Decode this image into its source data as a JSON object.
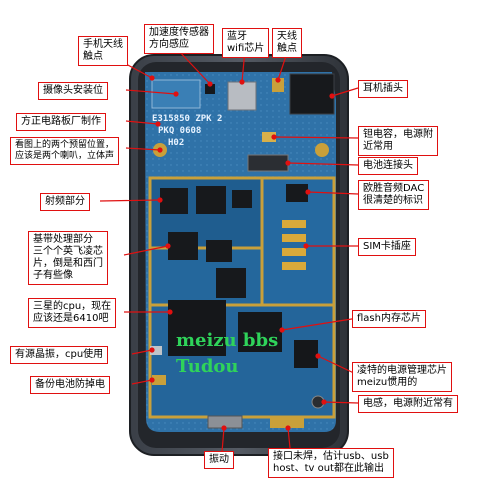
{
  "board": {
    "silkscreen_line1": "E315850 ZPK 2",
    "silkscreen_line2": "PKQ 0608",
    "silkscreen_line3": "H02"
  },
  "watermark": {
    "line1": "meizu bbs",
    "line2": "Tudou"
  },
  "labels": {
    "phone_antenna": "手机天线\n触点",
    "accelerometer": "加速度传感器\n方向感应",
    "bluetooth_wifi": "蓝牙\nwifi芯片",
    "antenna_contact": "天线\n触点",
    "camera_mount": "摄像头安装位",
    "headphone_jack": "耳机插头",
    "pcb_maker": "方正电路板厂制作",
    "speaker_note": "看图上的两个预留位置，\n应该是两个喇叭，立体声",
    "capacitor": "钽电容，电源附\n近常用",
    "battery_connector": "电池连接头",
    "rf_section": "射频部分",
    "audio_dac": "欧胜音频DAC\n很清楚的标识",
    "baseband": "基带处理部分\n三个个英飞凌芯\n片，倒是和西门\n子有些像",
    "sim_slot": "SIM卡插座",
    "cpu": "三星的cpu，现在\n应该还是6410吧",
    "flash": "flash内存芯片",
    "crystal": "有源晶振，cpu使用",
    "power_ic": "凌特的电源管理芯片\nmeizu惯用的",
    "backup_battery": "备份电池防掉电",
    "inductor": "电感，电源附近常有",
    "vibrator": "振动",
    "interface": "接口未焊，估计usb、usb\nhost、tv out都在此输出"
  }
}
